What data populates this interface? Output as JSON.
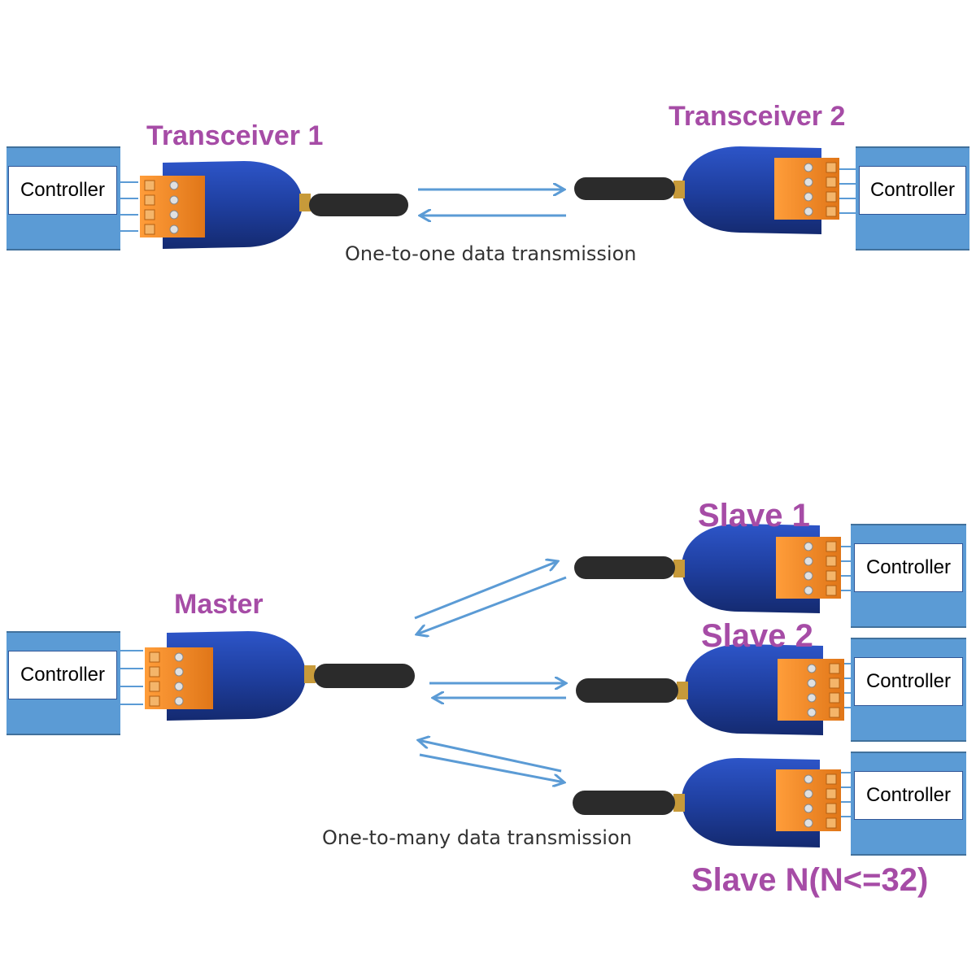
{
  "controller_label": "Controller",
  "top": {
    "transceiver1": "Transceiver 1",
    "transceiver2": "Transceiver 2",
    "caption": "One-to-one data transmission"
  },
  "bottom": {
    "master": "Master",
    "slave1": "Slave 1",
    "slave2": "Slave 2",
    "slaveN": "Slave N(N<=32)",
    "caption": "One-to-many data transmission"
  },
  "colors": {
    "controller_fill": "#5b9bd5",
    "device_body": "#1f3fa0",
    "terminal": "#f08a2a",
    "label_purple": "#a64ca6",
    "arrow": "#5b9bd5",
    "antenna": "#2b2b2b"
  }
}
